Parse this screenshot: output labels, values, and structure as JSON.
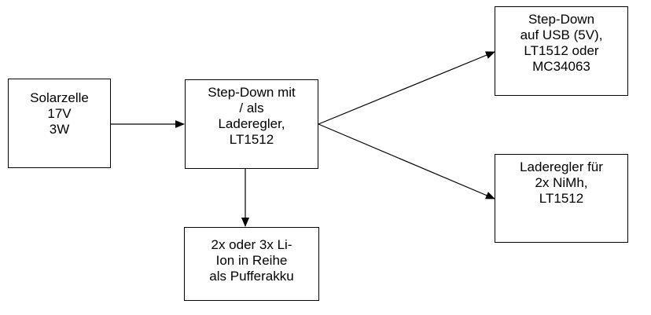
{
  "diagram": {
    "nodes": {
      "solar": {
        "lines": [
          "Solarzelle",
          "17V",
          "3W"
        ]
      },
      "stepdown": {
        "lines": [
          "Step-Down mit",
          "/ als",
          "Laderegler,",
          "LT1512"
        ]
      },
      "battery": {
        "lines": [
          "2x oder 3x Li-",
          "Ion in Reihe",
          "als Pufferakku"
        ]
      },
      "usb": {
        "lines": [
          "Step-Down",
          "auf USB (5V),",
          "LT1512 oder",
          "MC34063"
        ]
      },
      "nimh": {
        "lines": [
          "Laderegler für",
          "2x NiMh,",
          "LT1512"
        ]
      }
    },
    "edges": [
      {
        "from": "solar",
        "to": "stepdown"
      },
      {
        "from": "stepdown",
        "to": "battery"
      },
      {
        "from": "stepdown",
        "to": "usb"
      },
      {
        "from": "stepdown",
        "to": "nimh"
      }
    ],
    "colors": {
      "line": "#000000",
      "box_border": "#000000",
      "background": "#ffffff"
    }
  }
}
